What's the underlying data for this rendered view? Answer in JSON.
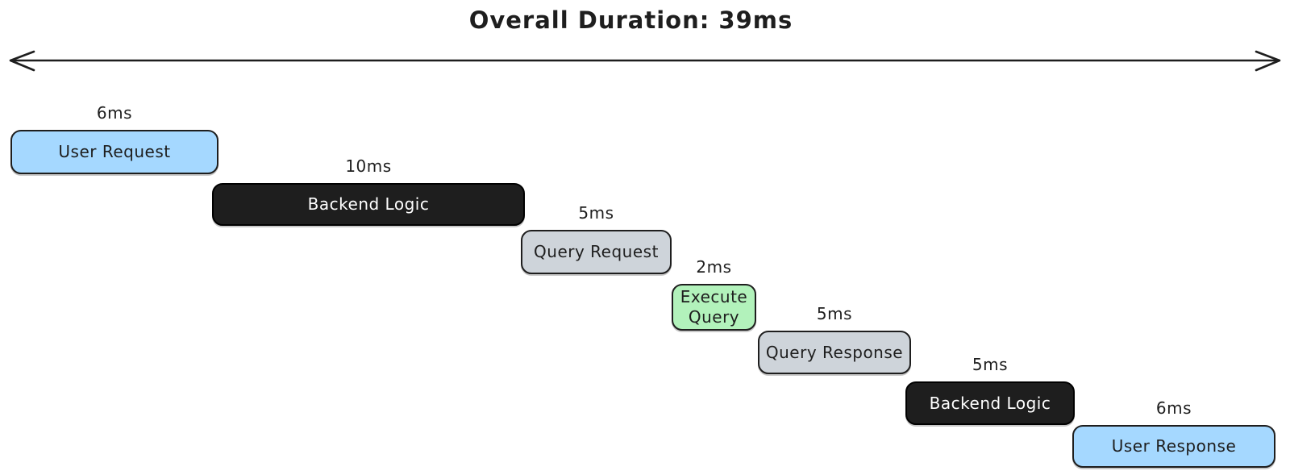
{
  "title": "Overall Duration: 39ms",
  "total_duration_ms": 39,
  "icons": {
    "timeline_arrow": "double-headed-horizontal-arrow"
  },
  "colors": {
    "background": "#ffffff",
    "stroke": "#1e1e1e",
    "box_blue": "#a5d8ff",
    "box_dark": "#1e1e1e",
    "box_gray": "#ced4da",
    "box_green": "#b2f2bb",
    "text_dark": "#1e1e1e",
    "text_light": "#ffffff"
  },
  "segments": [
    {
      "label": "User Request",
      "duration": "6ms",
      "duration_ms": 6,
      "color": "blue"
    },
    {
      "label": "Backend Logic",
      "duration": "10ms",
      "duration_ms": 10,
      "color": "dark"
    },
    {
      "label": "Query Request",
      "duration": "5ms",
      "duration_ms": 5,
      "color": "gray"
    },
    {
      "label": "Execute Query",
      "duration": "2ms",
      "duration_ms": 2,
      "color": "green"
    },
    {
      "label": "Query Response",
      "duration": "5ms",
      "duration_ms": 5,
      "color": "gray"
    },
    {
      "label": "Backend Logic",
      "duration": "5ms",
      "duration_ms": 5,
      "color": "dark"
    },
    {
      "label": "User Response",
      "duration": "6ms",
      "duration_ms": 6,
      "color": "blue"
    }
  ]
}
